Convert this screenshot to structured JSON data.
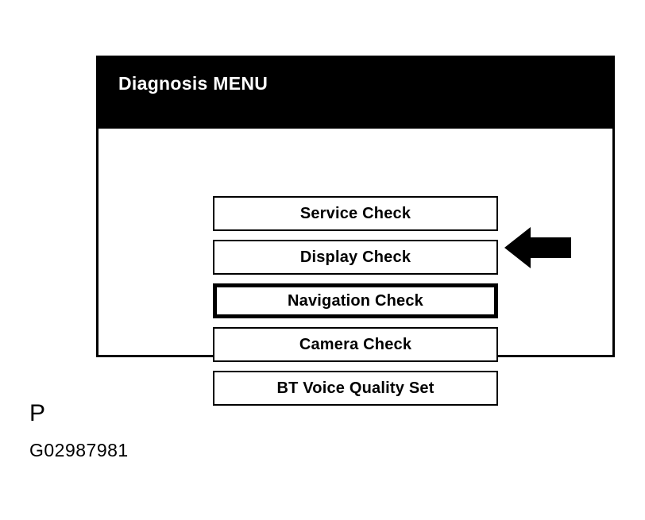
{
  "panel": {
    "header": {
      "title": "Diagnosis MENU",
      "background_color": "#000000",
      "text_color": "#ffffff"
    },
    "background_color": "#ffffff",
    "border_color": "#000000",
    "menu_items": [
      {
        "label": "Service Check",
        "selected": false
      },
      {
        "label": "Display Check",
        "selected": false
      },
      {
        "label": "Navigation Check",
        "selected": true
      },
      {
        "label": "Camera Check",
        "selected": false
      },
      {
        "label": "BT Voice Quality Set",
        "selected": false
      }
    ]
  },
  "pointer": {
    "icon": "arrow-left-icon",
    "points_to": "Navigation Check",
    "color": "#000000"
  },
  "caption": {
    "letter": "P",
    "code": "G02987981",
    "color": "#000000"
  }
}
